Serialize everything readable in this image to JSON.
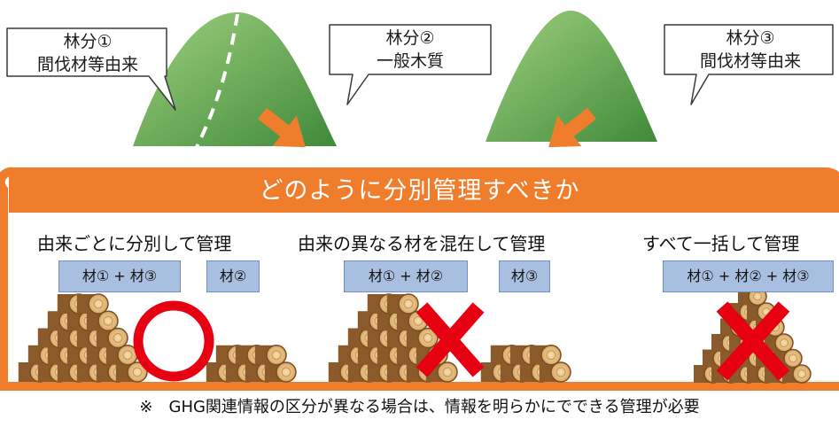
{
  "forest": {
    "bubbles": [
      {
        "line1": "林分①",
        "line2": "間伐材等由来"
      },
      {
        "line1": "林分②",
        "line2": "一般木質"
      },
      {
        "line1": "林分③",
        "line2": "間伐材等由来"
      }
    ]
  },
  "banner": {
    "title": "どのように分別管理すべきか"
  },
  "options": [
    {
      "heading": "由来ごとに分別して管理",
      "tags": [
        "材① + 材③",
        "材②"
      ],
      "verdict": "ok"
    },
    {
      "heading": "由来の異なる材を混在して管理",
      "tags": [
        "材① + 材②",
        "材③"
      ],
      "verdict": "ng"
    },
    {
      "heading": "すべて一括して管理",
      "tags": [
        "材① + 材② + 材③"
      ],
      "verdict": "ng"
    }
  ],
  "footnote": "※　GHG関連情報の区分が異なる場合は、情報を明らかにでできる管理が必要",
  "colors": {
    "orange": "#ef7d2b",
    "mountain_light": "#8bbf6a",
    "mountain_dark": "#3f8a3a",
    "tag_fill": "#a9bfe0",
    "log_bark": "#8a5a2b",
    "log_face": "#e9c98f",
    "circle_red": "#e60012",
    "cross_red": "#e60012"
  },
  "icons": [
    "speech-bubble-icon",
    "mountain-icon",
    "arrow-icon",
    "log-pile-icon",
    "circle-mark-icon",
    "cross-mark-icon"
  ]
}
